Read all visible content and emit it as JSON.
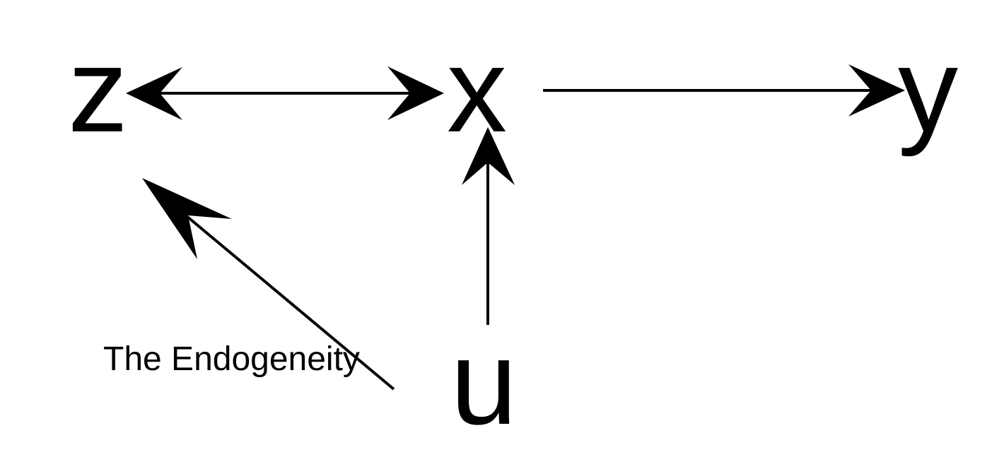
{
  "nodes": {
    "z": "z",
    "x": "x",
    "y": "y",
    "u": "u"
  },
  "caption": "The Endogeneity",
  "colors": {
    "foreground": "#000000",
    "background": "#ffffff"
  },
  "edges": [
    {
      "from": "z",
      "to": "x",
      "bidirectional": true
    },
    {
      "from": "x",
      "to": "y",
      "bidirectional": false
    },
    {
      "from": "u",
      "to": "x",
      "bidirectional": false
    },
    {
      "from": "u",
      "to": "z",
      "bidirectional": false
    }
  ]
}
